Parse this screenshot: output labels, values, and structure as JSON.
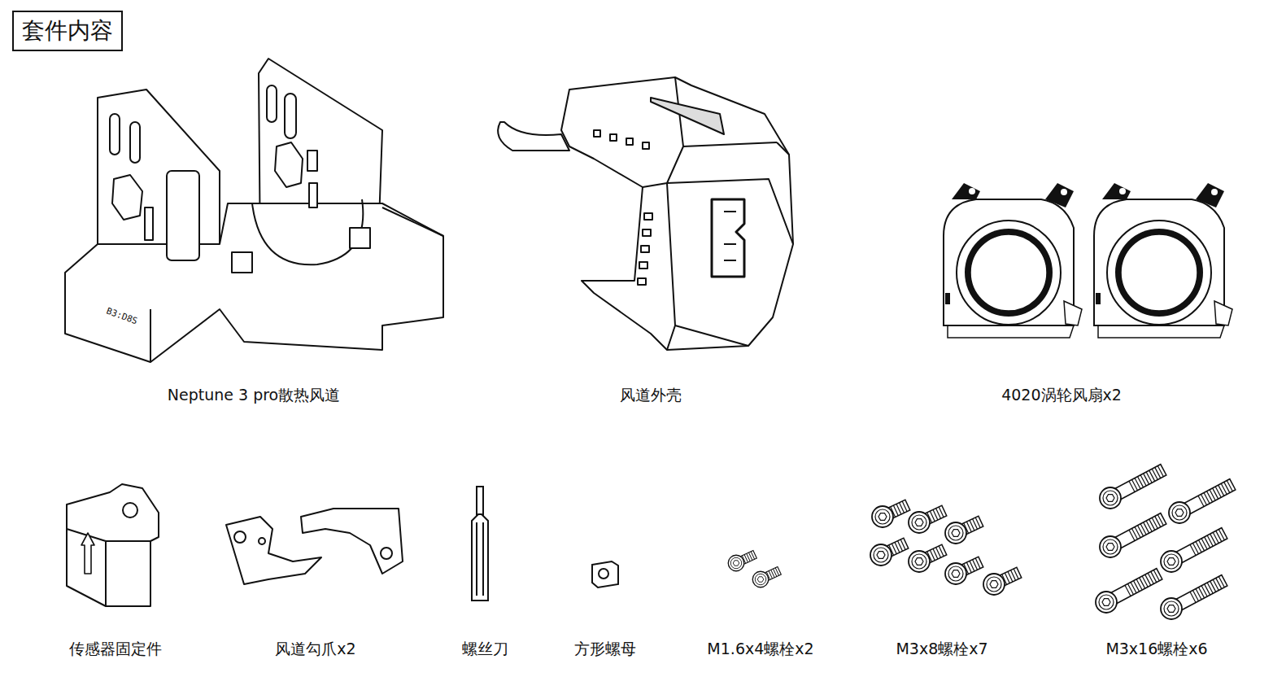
{
  "diagram": {
    "title": "套件内容",
    "labels": [
      "Neptune 3 pro散热风道",
      "风道外壳",
      "4020涡轮风扇x2",
      "传感器固定件",
      "风道勾爪x2",
      "螺丝刀",
      "方形螺母",
      "M1.6x4螺栓x2",
      "M3x8螺栓x7",
      "M3x16螺栓x6"
    ]
  }
}
